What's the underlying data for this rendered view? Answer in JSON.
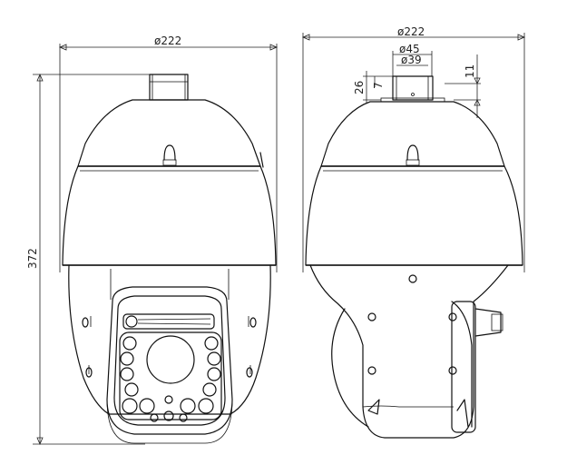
{
  "dimensions": {
    "front_width": "ø222",
    "side_width": "ø222",
    "height": "372",
    "mount_outer": "ø45",
    "mount_inner": "ø39",
    "mount_height": "26",
    "mount_step": "7",
    "mount_top": "11"
  },
  "colors": {
    "line": "#111111",
    "background": "#ffffff"
  }
}
